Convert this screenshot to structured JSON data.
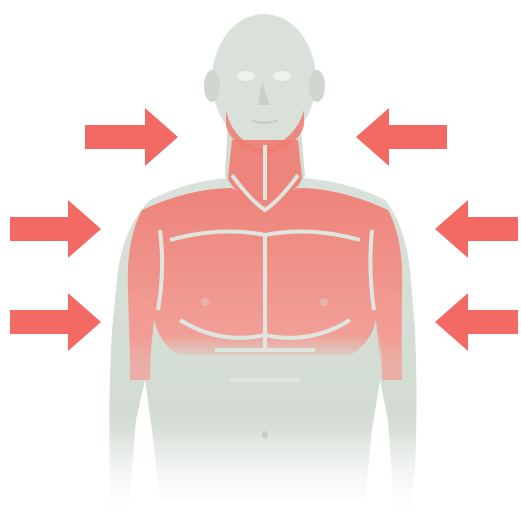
{
  "image": {
    "subject": "anatomical-torso-front",
    "highlight_color": "#f07b72",
    "arrow_color": "#f26a63",
    "skin_color": "#d6ded6",
    "highlighted_regions": [
      "face-lower",
      "neck",
      "shoulders",
      "chest",
      "upper-arms"
    ],
    "arrows": [
      {
        "side": "left",
        "direction": "right"
      },
      {
        "side": "left",
        "direction": "right"
      },
      {
        "side": "left",
        "direction": "right"
      },
      {
        "side": "right",
        "direction": "left"
      },
      {
        "side": "right",
        "direction": "left"
      },
      {
        "side": "right",
        "direction": "left"
      }
    ]
  }
}
